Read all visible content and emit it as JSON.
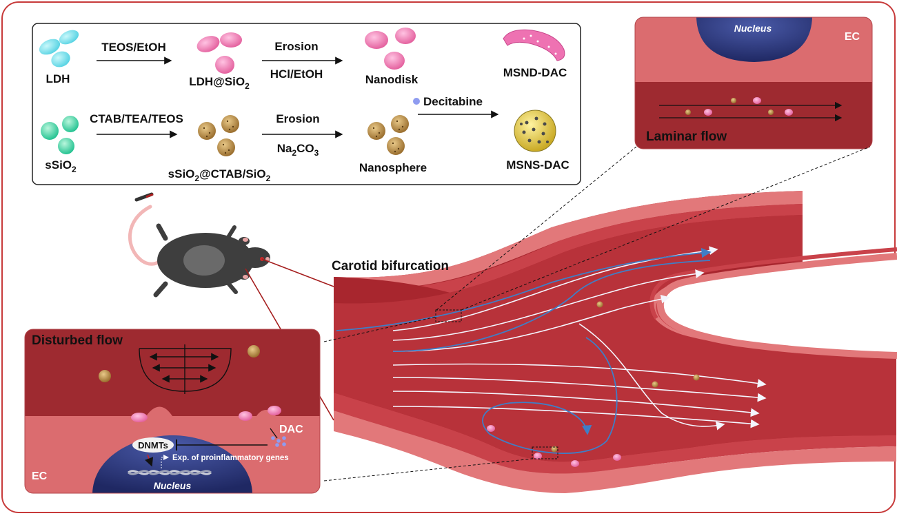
{
  "synthesis": {
    "row1": {
      "start": "LDH",
      "step1": "TEOS/EtOH",
      "mid_main": "LDH@SiO",
      "mid_sub": "2",
      "step2_top": "Erosion",
      "step2_bottom": "HCl/EtOH",
      "product": "Nanodisk",
      "final": "MSND-DAC"
    },
    "row2": {
      "start_main": "sSiO",
      "start_sub": "2",
      "step1": "CTAB/TEA/TEOS",
      "mid_a": "sSiO",
      "mid_a_sub": "2",
      "mid_b": "@CTAB/SiO",
      "mid_b_sub": "2",
      "step2_top": "Erosion",
      "step2_bottom_main": "Na",
      "step2_bottom_sub1": "2",
      "step2_bottom_mid": "CO",
      "step2_bottom_sub2": "3",
      "product": "Nanosphere",
      "final": "MSNS-DAC"
    },
    "drug_label": "Decitabine"
  },
  "laminar_panel": {
    "nucleus": "Nucleus",
    "cell": "EC",
    "flow": "Laminar flow"
  },
  "artery": {
    "title": "Carotid bifurcation"
  },
  "disturbed_panel": {
    "flow": "Disturbed flow",
    "drug": "DAC",
    "enzyme": "DNMTs",
    "expression": "Exp. of proinflammatory genes",
    "cell": "EC",
    "nucleus": "Nucleus"
  },
  "colors": {
    "vessel_dark": "#a8262e",
    "vessel_mid": "#c9424a",
    "vessel_light": "#e2787a",
    "nucleus": "#2e3a7e",
    "frame": "#c73a3a",
    "nanodisk": "#f08ac0",
    "nanosphere": "#b98a46",
    "ldh": "#7fe3ee",
    "ssio2": "#4fdcae",
    "flow_line": "#3f7ec6"
  }
}
